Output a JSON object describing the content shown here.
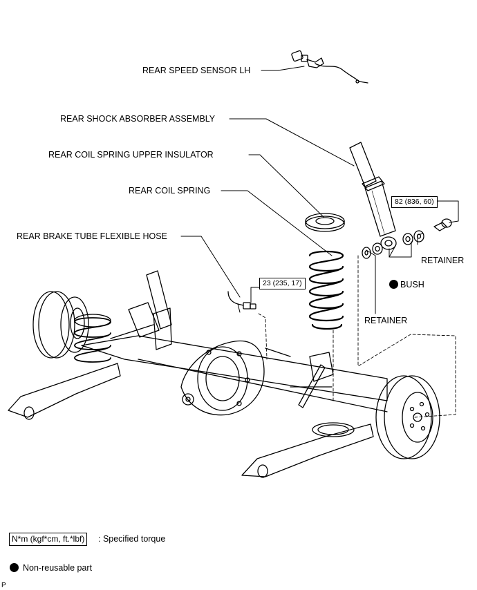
{
  "labels": {
    "speed_sensor": "REAR SPEED SENSOR LH",
    "shock_absorber": "REAR SHOCK ABSORBER ASSEMBLY",
    "upper_insulator": "REAR COIL SPRING UPPER INSULATOR",
    "coil_spring": "REAR COIL SPRING",
    "flexible_hose": "REAR BRAKE TUBE FLEXIBLE HOSE",
    "retainer_upper": "RETAINER",
    "bush": "BUSH",
    "retainer_lower": "RETAINER"
  },
  "torques": {
    "shock_nut": "82 (836, 60)",
    "hose_bolt": "23 (235, 17)"
  },
  "legend": {
    "torque_units": "N*m (kgf*cm, ft.*lbf)",
    "torque_desc": ": Specified torque",
    "nonreusable_desc": "Non-reusable part"
  },
  "corner_code": "P",
  "colors": {
    "ink": "#000000",
    "paper": "#ffffff"
  }
}
